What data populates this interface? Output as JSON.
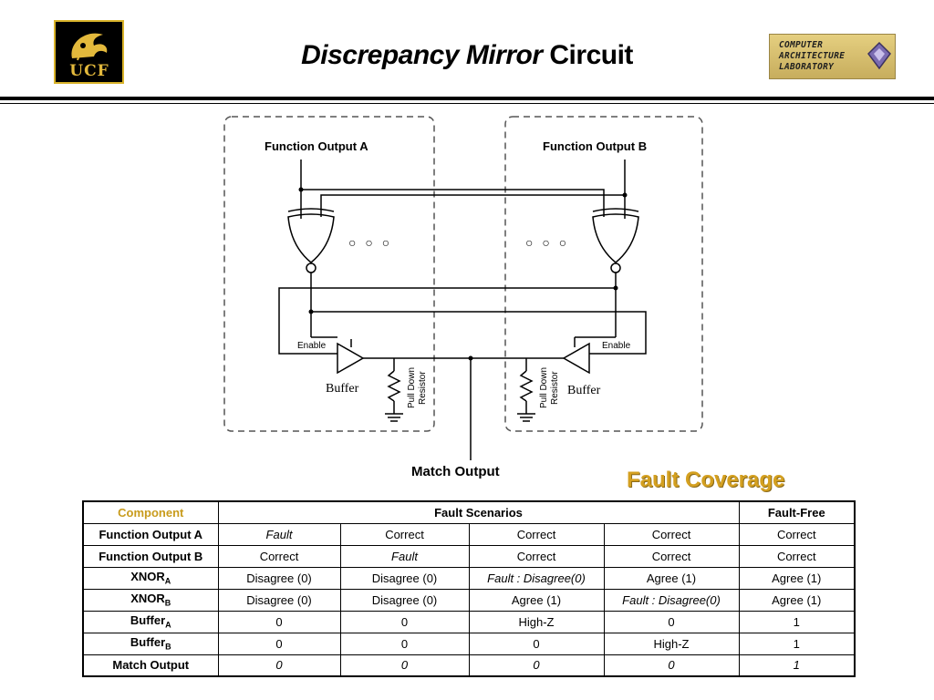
{
  "header": {
    "title_italic": "Discrepancy Mirror",
    "title_rest": "Circuit",
    "left_logo_text": "UCF",
    "right_logo_lines": [
      "COMPUTER",
      "ARCHITECTURE",
      "LABORATORY"
    ]
  },
  "circuit": {
    "label_a": "Function Output A",
    "label_b": "Function Output B",
    "enable_left": "Enable",
    "enable_right": "Enable",
    "buffer_left": "Buffer",
    "buffer_right": "Buffer",
    "pull_down_1": "Pull Down",
    "pull_down_2": "Resistor",
    "match_output": "Match Output",
    "dots": "○ ○ ○"
  },
  "fault_coverage_title": "Fault Coverage",
  "table": {
    "col_component": "Component",
    "col_scenarios": "Fault Scenarios",
    "col_fault_free": "Fault-Free",
    "rows": [
      {
        "head": "Function Output A",
        "sub": "",
        "cells": [
          "Fault",
          "Correct",
          "Correct",
          "Correct",
          "Correct"
        ]
      },
      {
        "head": "Function Output B",
        "sub": "",
        "cells": [
          "Correct",
          "Fault",
          "Correct",
          "Correct",
          "Correct"
        ]
      },
      {
        "head": "XNOR",
        "sub": "A",
        "cells": [
          "Disagree (0)",
          "Disagree (0)",
          "Fault : Disagree(0)",
          "Agree (1)",
          "Agree (1)"
        ]
      },
      {
        "head": "XNOR",
        "sub": "B",
        "cells": [
          "Disagree (0)",
          "Disagree (0)",
          "Agree (1)",
          "Fault : Disagree(0)",
          "Agree (1)"
        ]
      },
      {
        "head": "Buffer",
        "sub": "A",
        "cells": [
          "0",
          "0",
          "High-Z",
          "0",
          "1"
        ]
      },
      {
        "head": "Buffer",
        "sub": "B",
        "cells": [
          "0",
          "0",
          "0",
          "High-Z",
          "1"
        ]
      },
      {
        "head": "Match Output",
        "sub": "",
        "cells": [
          "0",
          "0",
          "0",
          "0",
          "1"
        ]
      }
    ]
  }
}
